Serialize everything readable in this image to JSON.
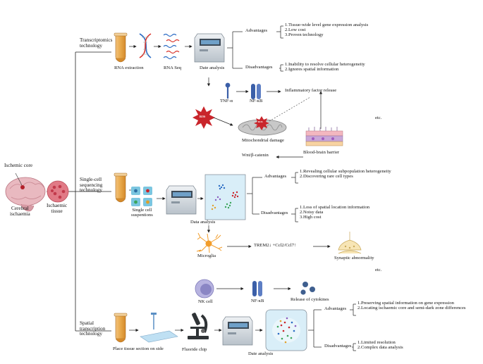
{
  "left": {
    "ischemic_core": "Ischemic core",
    "cerebral": "Cerebral\nischaemia",
    "tissue": "Ischaemic\ntissue"
  },
  "transcriptomics": {
    "label": "Transcriptomics\ntechnology",
    "rna_extraction": "RNA extraction",
    "rna_seq": "RNA Seq",
    "date_analysis": "Date analysis",
    "advantages_label": "Advantages",
    "advantages": "1.Tissue-wide level gene expression analysis\n2.Low cost\n3.Proven technology",
    "disadvantages_label": "Disadvantages",
    "disadvantages": "1.Inability to resolve cellular heterogeneity\n2.Ignores spatial information",
    "tnf": "TNF-α",
    "nfkb": "NF-κB",
    "inflammatory": "Inflammatory factor release",
    "ros1": "ROS",
    "ros2": "ROS",
    "mito": "Mitochondrial damage",
    "bbb": "Blood-brain barrier",
    "wnt": "Wnt/β-catenin",
    "etc": "etc."
  },
  "singlecell": {
    "label": "Single-cell\nsequencing\ntechnology",
    "suspension": "Single cell\nsuspentions",
    "data_analysis": "Data analysis",
    "advantages_label": "Advantages",
    "advantages": "1.Revealing cellular subpopulation heterogeneity\n2.Discovering rare cell types",
    "disadvantages_label": "Disadvantages",
    "disadvantages": "1.Loss of spatial location information\n2.Noisy data\n3.High cost",
    "microglia": "Microglia",
    "trem2": "TREM2↓ +Ccl2/Ccl7↑",
    "synaptic": "Synaptic abnormality",
    "etc": "etc.",
    "nk": "NK cell",
    "nfkb": "NF-κB",
    "cytokines": "Release of cytokines"
  },
  "spatial": {
    "label": "Spatial\ntranscription\ntechnology",
    "place": "Place tissue section on side",
    "chip": "Fluoride chip",
    "date_analysis": "Date analysis",
    "advantages_label": "Advantages",
    "advantages": "1.Preserving spatial information on gene expression\n2.Locating ischaemic core and semi-dark zone differences",
    "disadvantages_label": "Disadvantages",
    "disadvantages": "1.Limited resolution\n2.Complex data analysis"
  },
  "colors": {
    "tube": "#e8a84a",
    "dna_blue": "#2b6cc4",
    "dna_red": "#d9352c",
    "machine": "#cfd6dc",
    "receptor": "#3b5fa8",
    "ros": "#c9252b",
    "plot_bg": "#d9eef8",
    "microglia": "#f29d2b",
    "nk": "#8a86c4",
    "cytokine": "#3f5f8f"
  }
}
